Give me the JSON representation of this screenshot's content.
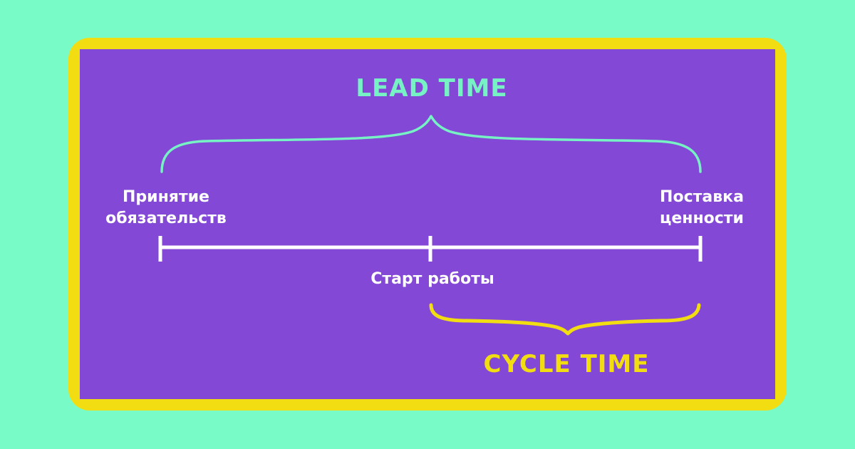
{
  "diagram": {
    "top_span": {
      "label": "LEAD TIME"
    },
    "bottom_span": {
      "label": "CYCLE TIME"
    },
    "milestones": {
      "commitment": {
        "line1": "Принятие",
        "line2": "обязательств"
      },
      "work_start": {
        "label": "Старт работы"
      },
      "delivery": {
        "line1": "Поставка",
        "line2": "ценности"
      }
    },
    "colors": {
      "background": "#79FBC7",
      "frame": "#F2DC12",
      "panel": "#8348D5",
      "mint": "#77F2C4",
      "yellow": "#F2DC12",
      "white": "#FFFFFF"
    }
  }
}
